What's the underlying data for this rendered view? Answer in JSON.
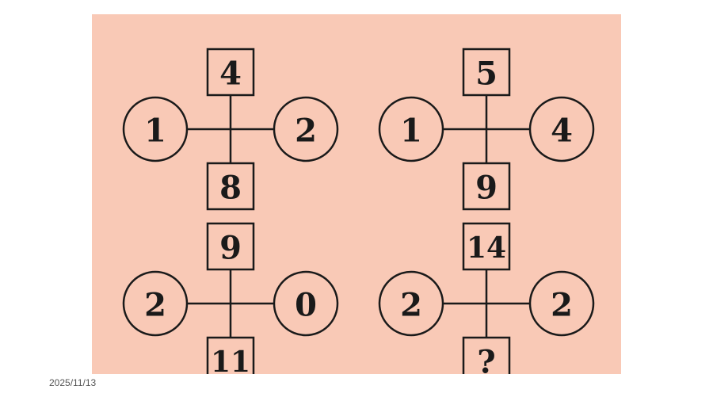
{
  "slide": {
    "date": "2025/11/13"
  },
  "puzzle": {
    "figures": [
      {
        "top": "4",
        "left": "1",
        "right": "2",
        "bottom": "8"
      },
      {
        "top": "5",
        "left": "1",
        "right": "4",
        "bottom": "9"
      },
      {
        "top": "9",
        "left": "2",
        "right": "0",
        "bottom": "11"
      },
      {
        "top": "14",
        "left": "2",
        "right": "2",
        "bottom": "?"
      }
    ]
  },
  "colors": {
    "panel_background": "#f9c9b6",
    "stroke": "#1a1a1a"
  }
}
